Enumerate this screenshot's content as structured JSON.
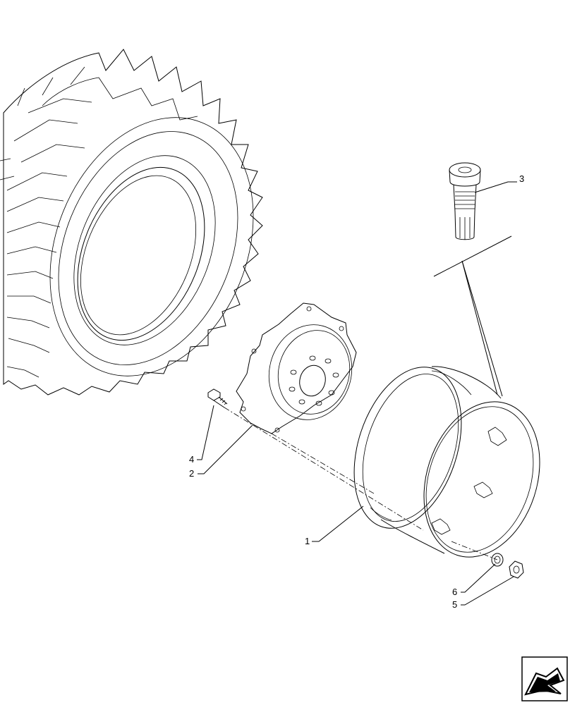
{
  "callouts": [
    {
      "id": "1",
      "part": "wheel-rim"
    },
    {
      "id": "2",
      "part": "wheel-center-disc"
    },
    {
      "id": "3",
      "part": "tire-valve"
    },
    {
      "id": "4",
      "part": "bolt"
    },
    {
      "id": "5",
      "part": "nut"
    },
    {
      "id": "6",
      "part": "washer"
    }
  ],
  "nav_icon": "next-page-arrow-icon"
}
